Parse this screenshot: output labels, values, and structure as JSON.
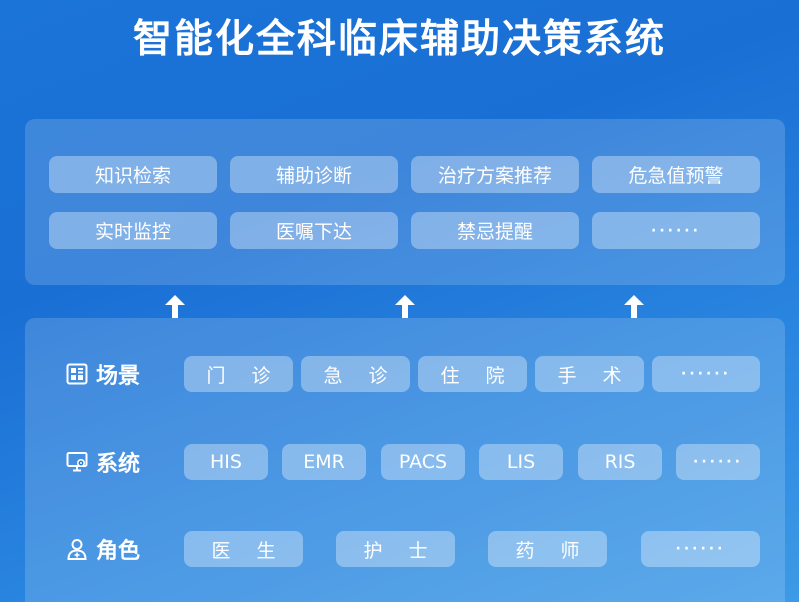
{
  "title": "智能化全科临床辅助决策系统",
  "functions": [
    "知识检索",
    "辅助诊断",
    "治疗方案推荐",
    "危急值预警",
    "实时监控",
    "医嘱下达",
    "禁忌提醒",
    "······"
  ],
  "rows": {
    "scene": {
      "label": "场景",
      "icon": "scene-grid-icon",
      "items": [
        "门 诊",
        "急 诊",
        "住 院",
        "手 术",
        "······"
      ]
    },
    "system": {
      "label": "系统",
      "icon": "system-monitor-icon",
      "items": [
        "HIS",
        "EMR",
        "PACS",
        "LIS",
        "RIS",
        "······"
      ]
    },
    "role": {
      "label": "角色",
      "icon": "doctor-icon",
      "items": [
        "医 生",
        "护 士",
        "药 师",
        "······"
      ]
    }
  },
  "colors": {
    "background_start": "#1b74d8",
    "background_end": "#3d9ae6",
    "text": "#ffffff"
  }
}
